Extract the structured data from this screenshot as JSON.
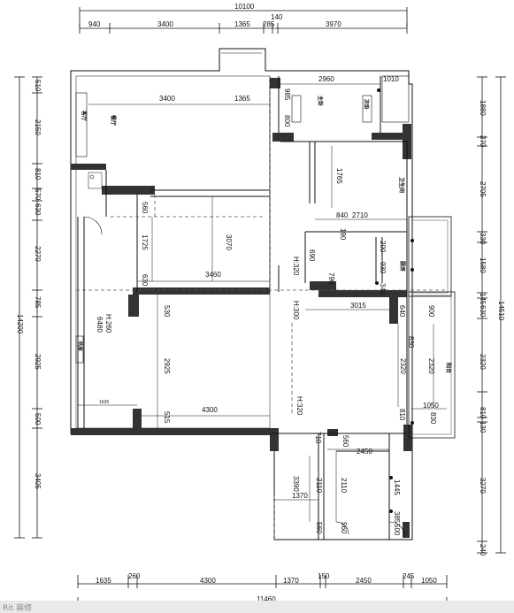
{
  "top_dims": {
    "total": "10100",
    "segments": [
      "940",
      "3400",
      "1365",
      "285",
      "140",
      "3970"
    ]
  },
  "bottom_dims": {
    "total": "11460",
    "segments": [
      "1635",
      "260",
      "4300",
      "1370",
      "150",
      "2450",
      "245",
      "1050"
    ]
  },
  "left_dims": {
    "total": "14200",
    "segments": [
      "510",
      "2150",
      "810",
      "570",
      "630",
      "2270",
      "785",
      "2925",
      "500",
      "3405"
    ]
  },
  "right_dims": {
    "total": "14510",
    "segments": [
      "1880",
      "270",
      "2705",
      "330",
      "1580",
      "145",
      "630",
      "2320",
      "810",
      "130",
      "3270",
      "240"
    ]
  },
  "interior_dims": [
    "3400",
    "1365",
    "2960",
    "1010",
    "985",
    "800",
    "1765",
    "840",
    "2710",
    "190",
    "560",
    "1725",
    "3070",
    "630",
    "3460",
    "H:320",
    "690",
    "200",
    "930",
    "790",
    "340",
    "3015",
    "H:300",
    "640",
    "900",
    "530",
    "H:260",
    "6480",
    "2925",
    "2320",
    "2320",
    "1635",
    "4300",
    "H:320",
    "515",
    "810",
    "1050",
    "830",
    "710",
    "560",
    "2450",
    "3390",
    "2110",
    "2110",
    "1445",
    "1370",
    "560",
    "560",
    "385",
    "500",
    "830"
  ],
  "room_labels": [
    "客厅",
    "餐厅",
    "主卧",
    "次卧",
    "卫生间",
    "厨房",
    "阳台",
    "书房"
  ],
  "watermark": "Rit 装修"
}
